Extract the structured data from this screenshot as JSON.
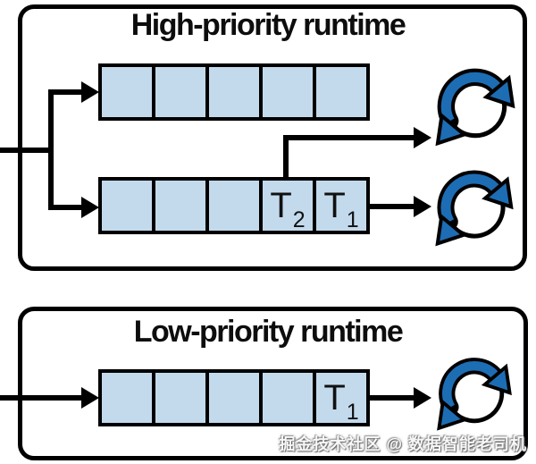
{
  "colors": {
    "cell_fill": "#c3daed",
    "icon_blue": "#1d6db4",
    "outline_black": "#000000",
    "background": "#ffffff"
  },
  "icons": {
    "processor": "circular-sync-arrows"
  },
  "high_runtime": {
    "title": "High-priority runtime",
    "queue_a": {
      "cells": [
        {
          "label": "",
          "sub": ""
        },
        {
          "label": "",
          "sub": ""
        },
        {
          "label": "",
          "sub": ""
        },
        {
          "label": "",
          "sub": ""
        },
        {
          "label": "",
          "sub": ""
        }
      ]
    },
    "queue_b": {
      "cells": [
        {
          "label": "",
          "sub": ""
        },
        {
          "label": "",
          "sub": ""
        },
        {
          "label": "",
          "sub": ""
        },
        {
          "label": "T",
          "sub": "2"
        },
        {
          "label": "T",
          "sub": "1"
        }
      ]
    }
  },
  "low_runtime": {
    "title": "Low-priority runtime",
    "queue": {
      "cells": [
        {
          "label": "",
          "sub": ""
        },
        {
          "label": "",
          "sub": ""
        },
        {
          "label": "",
          "sub": ""
        },
        {
          "label": "",
          "sub": ""
        },
        {
          "label": "T",
          "sub": "1"
        }
      ]
    }
  },
  "watermark": {
    "text": "掘金技术社区 @ 数据智能老司机"
  }
}
